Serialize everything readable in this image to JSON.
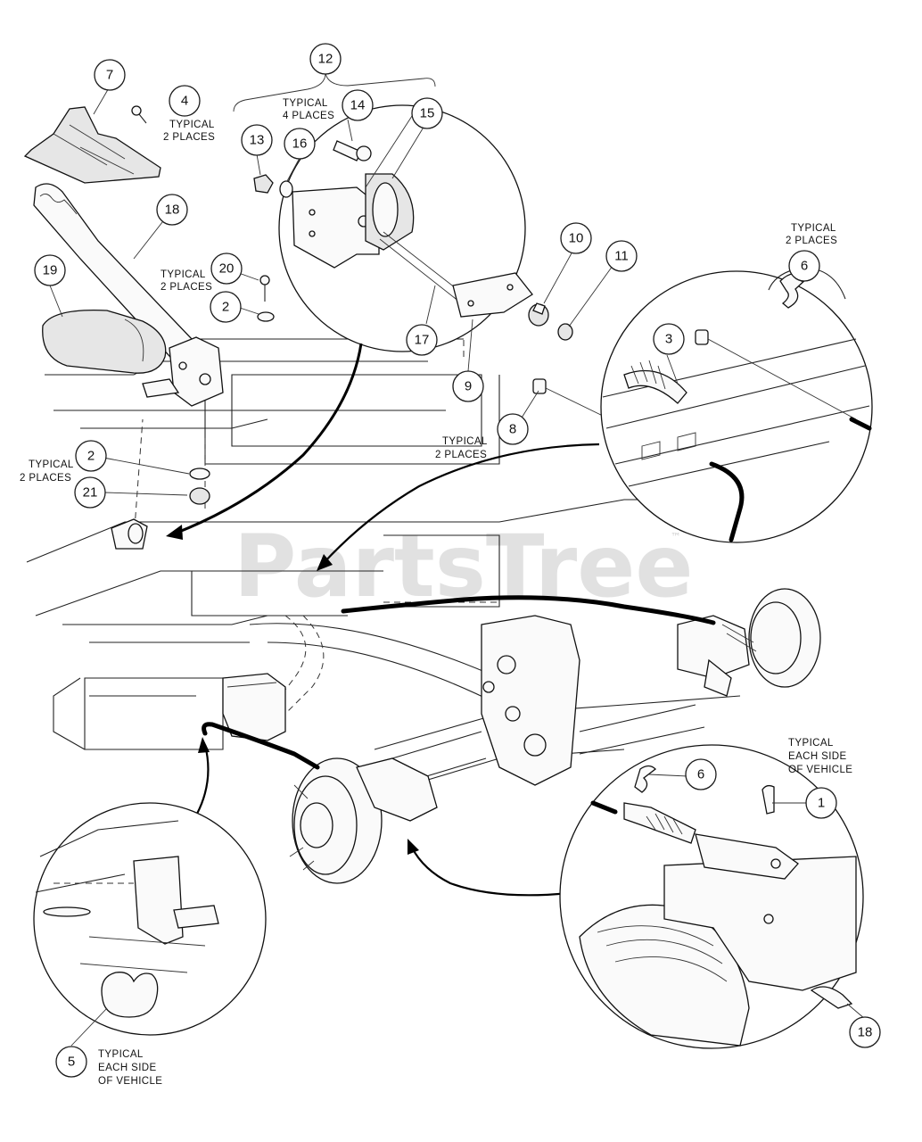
{
  "watermark": {
    "text": "PartsTree",
    "tm": "™"
  },
  "callouts": {
    "c1": "1",
    "c2a": "2",
    "c2b": "2",
    "c3": "3",
    "c4": "4",
    "c5": "5",
    "c6a": "6",
    "c6b": "6",
    "c7": "7",
    "c8": "8",
    "c9": "9",
    "c10": "10",
    "c11": "11",
    "c12": "12",
    "c13": "13",
    "c14": "14",
    "c15": "15",
    "c16": "16",
    "c17": "17",
    "c18a": "18",
    "c18b": "18",
    "c19": "19",
    "c20": "20",
    "c21": "21"
  },
  "notes": {
    "typical": "TYPICAL",
    "two_places": "2 PLACES",
    "four_places": "4 PLACES",
    "each_side": "EACH SIDE",
    "of_vehicle": "OF VEHICLE"
  },
  "colors": {
    "ink": "#111111",
    "watermark": "#d7d7d7",
    "background": "#ffffff"
  }
}
